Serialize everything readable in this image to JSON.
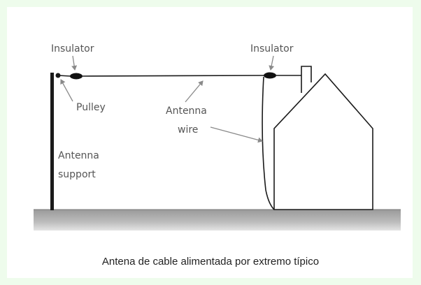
{
  "diagram": {
    "labels": {
      "insulator_left": "Insulator",
      "insulator_right": "Insulator",
      "pulley": "Pulley",
      "antenna_wire_line1": "Antenna",
      "antenna_wire_line2": "wire",
      "antenna_support_line1": "Antenna",
      "antenna_support_line2": "support"
    },
    "caption": "Antena de cable alimentada por extremo típico"
  },
  "colors": {
    "background": "#eefcec",
    "ground": "#a5a5a5",
    "line": "#1a1a1a",
    "arrow": "#8a8a8a",
    "label": "#555555"
  }
}
